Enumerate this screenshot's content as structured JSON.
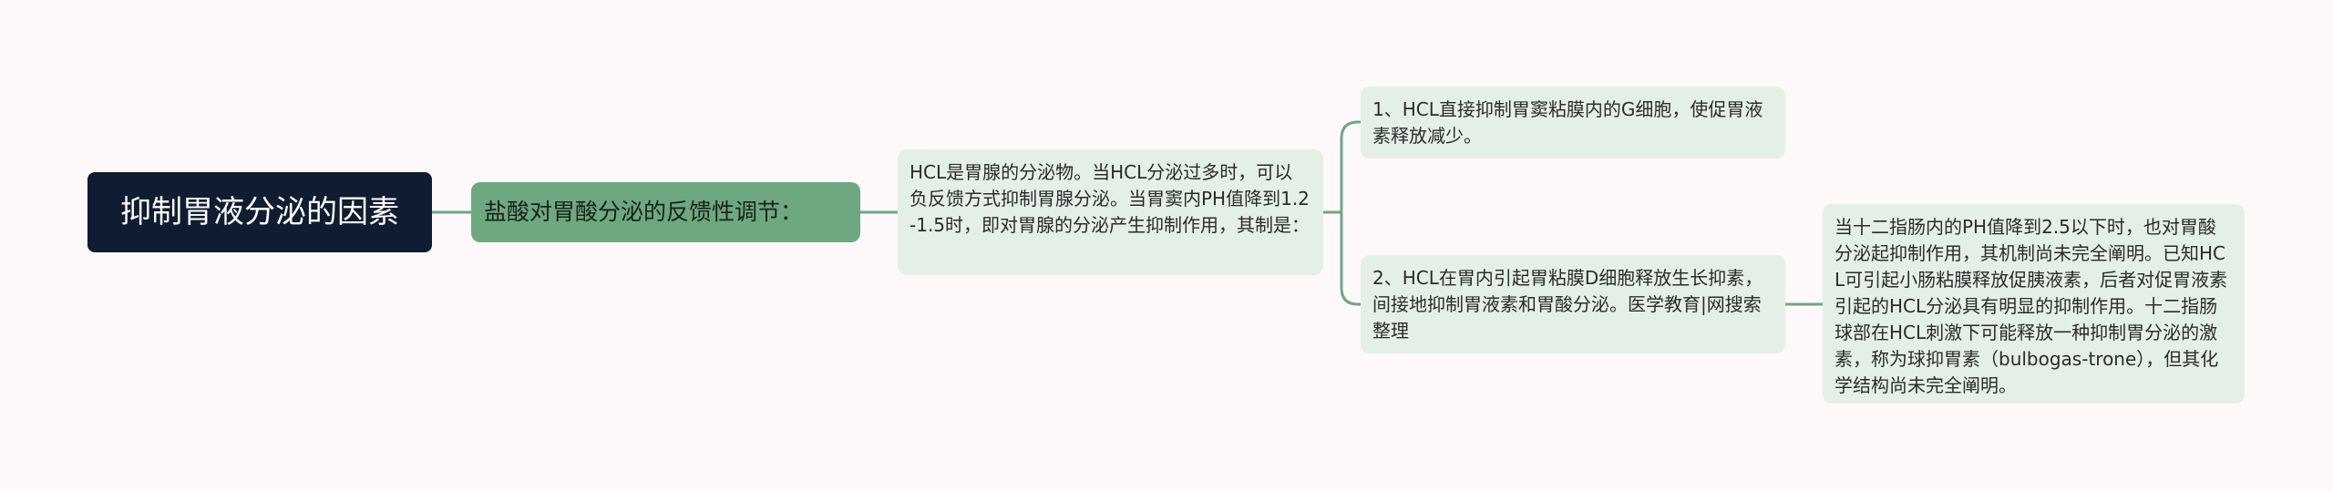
{
  "mindmap": {
    "root": {
      "label": "抑制胃液分泌的因素"
    },
    "level1": {
      "label": "盐酸对胃酸分泌的反馈性调节："
    },
    "level2": {
      "label": "HCL是胃腺的分泌物。当HCL分泌过多时，可以负反馈方式抑制胃腺分泌。当胃窦内PH值降到1.2-1.5时，即对胃腺的分泌产生抑制作用，其制是："
    },
    "level3": [
      {
        "label": "1、HCL直接抑制胃窦粘膜内的G细胞，使促胃液素释放减少。"
      },
      {
        "label": "2、HCL在胃内引起胃粘膜D细胞释放生长抑素，间接地抑制胃液素和胃酸分泌。医学教育|网搜索整理"
      }
    ],
    "level4": {
      "label": "当十二指肠内的PH值降到2.5以下时，也对胃酸分泌起抑制作用，其机制尚未完全阐明。已知HCL可引起小肠粘膜释放促胰液素，后者对促胃液素引起的HCL分泌具有明显的抑制作用。十二指肠球部在HCL刺激下可能释放一种抑制胃分泌的激素，称为球抑胃素（bulbogas-trone），但其化学结构尚未完全阐明。"
    }
  },
  "colors": {
    "background": "#fdf8f9",
    "root_fill": "#101c31",
    "level1_fill": "#6ea880",
    "leaf_fill": "#e4f0e7",
    "connector": "#6fa781"
  }
}
